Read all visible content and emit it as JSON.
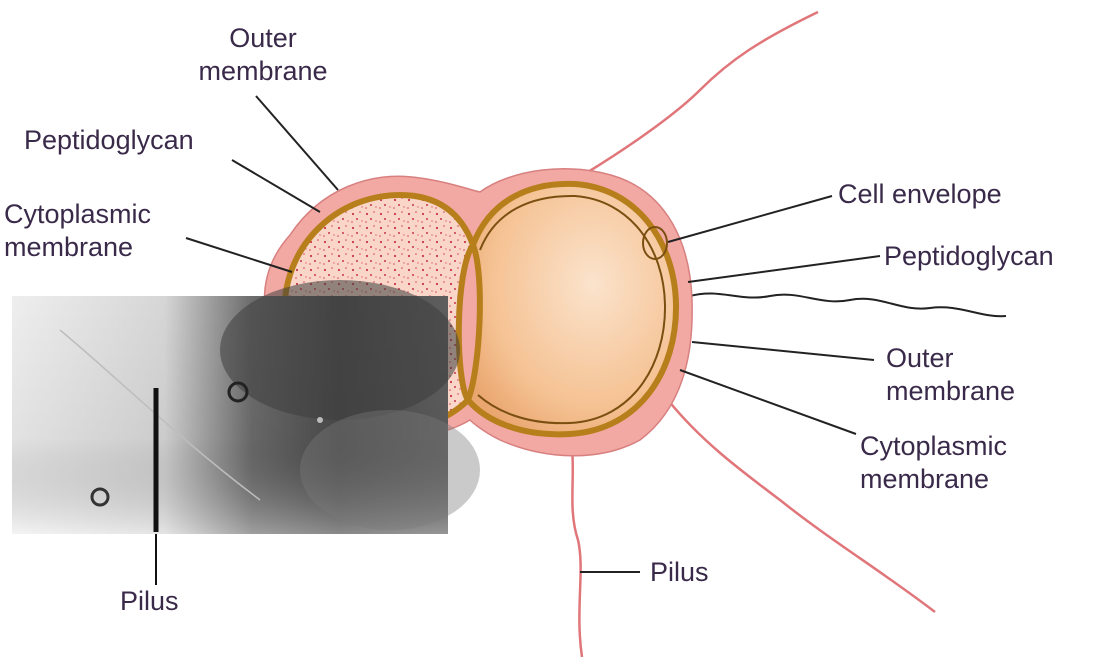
{
  "labels": {
    "outer_membrane_top_l1": "Outer",
    "outer_membrane_top_l2": "membrane",
    "peptidoglycan_left": "Peptidoglycan",
    "cytoplasmic_left_l1": "Cytoplasmic",
    "cytoplasmic_left_l2": "membrane",
    "cell_envelope": "Cell envelope",
    "peptidoglycan_right": "Peptidoglycan",
    "outer_membrane_right_l1": "Outer",
    "outer_membrane_right_l2": "membrane",
    "cytoplasmic_right_l1": "Cytoplasmic",
    "cytoplasmic_right_l2": "membrane",
    "pilus_right": "Pilus",
    "pilus_photo": "Pilus"
  },
  "colors": {
    "outer_membrane": "#f2a9a3",
    "peptidoglycan": "#b77f1c",
    "cytoplasm": "#f6c79d",
    "pilus": "#e0767a",
    "leader_line": "#222222",
    "label_text": "#3a2a4a"
  }
}
